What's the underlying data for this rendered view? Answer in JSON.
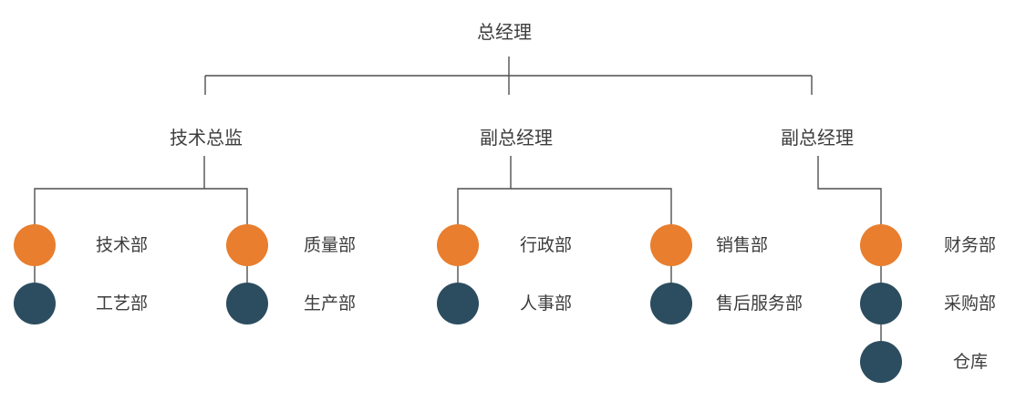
{
  "org": {
    "root": {
      "label": "总经理"
    },
    "branches": [
      {
        "label": "技术总监",
        "columns": [
          {
            "nodes": [
              {
                "label": "技术部",
                "level": "primary"
              },
              {
                "label": "工艺部",
                "level": "secondary"
              }
            ]
          },
          {
            "nodes": [
              {
                "label": "质量部",
                "level": "primary"
              },
              {
                "label": "生产部",
                "level": "secondary"
              }
            ]
          }
        ]
      },
      {
        "label": "副总经理",
        "columns": [
          {
            "nodes": [
              {
                "label": "行政部",
                "level": "primary"
              },
              {
                "label": "人事部",
                "level": "secondary"
              }
            ]
          },
          {
            "nodes": [
              {
                "label": "销售部",
                "level": "primary"
              },
              {
                "label": "售后服务部",
                "level": "secondary"
              }
            ]
          }
        ]
      },
      {
        "label": "副总经理",
        "columns": [
          {
            "nodes": [
              {
                "label": "财务部",
                "level": "primary"
              },
              {
                "label": "采购部",
                "level": "secondary"
              },
              {
                "label": "仓库",
                "level": "secondary"
              }
            ]
          }
        ]
      }
    ],
    "palette": {
      "primary_node": "#E87E2E",
      "secondary_node": "#2C4D5F",
      "connector": "#4F4F4F",
      "text": "#3D3D3D",
      "background": "#FFFFFF"
    }
  }
}
